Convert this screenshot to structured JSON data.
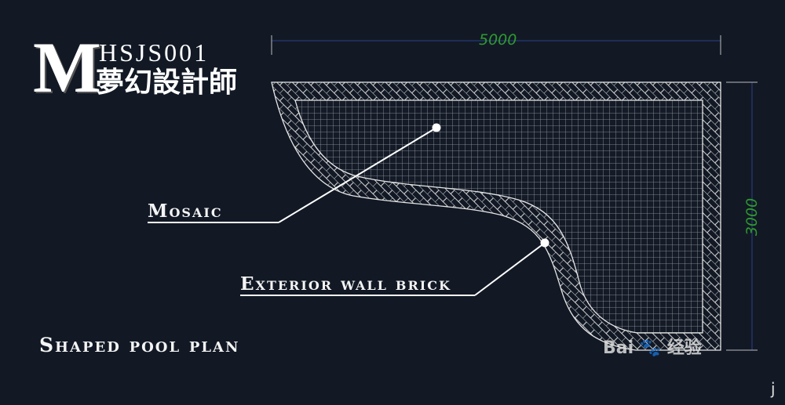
{
  "logo": {
    "letter": "M",
    "code": "HSJS001",
    "name_cn": "夢幻設計師"
  },
  "dimensions": {
    "width": "5000",
    "height": "3000"
  },
  "labels": {
    "mosaic": "Mosaic",
    "wall": "Exterior wall brick",
    "title": "Shaped pool plan"
  },
  "watermark": {
    "text": "Bai 🐾 经验",
    "corner": "j"
  },
  "colors": {
    "background": "#121925",
    "lines": "#e6e6e6",
    "dimension_text": "#2f9a2f",
    "dimension_line": "#2a3f8a"
  }
}
